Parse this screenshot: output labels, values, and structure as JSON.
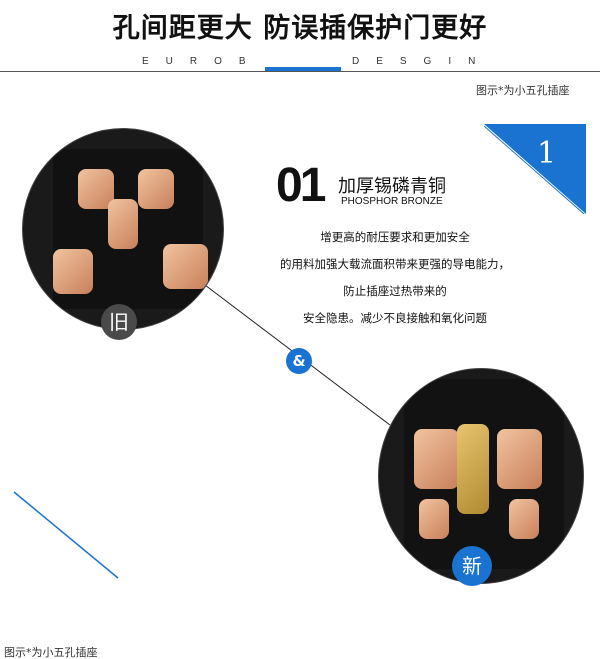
{
  "header": {
    "title": "孔间距更大 防误插保护门更好",
    "brand_left": "EUROB",
    "brand_right": "DESGIN"
  },
  "caption_top": "图示*为小五孔插座",
  "caption_bottom": "图示*为小五孔插座",
  "section": {
    "corner_number": "1",
    "number": "01",
    "title": "加厚锡磷青铜",
    "subtitle": "PHOSPHOR BRONZE",
    "lines": [
      "增更高的耐压要求和更加安全",
      "的用料加强大载流面积带来更强的导电能力，",
      "防止插座过热带来的",
      "安全隐患。减少不良接触和氧化问题"
    ]
  },
  "old_badge": "旧",
  "new_badge": "新",
  "ampersand": "&",
  "colors": {
    "accent": "#1a73d0",
    "badge_old": "#4a4a4a"
  }
}
